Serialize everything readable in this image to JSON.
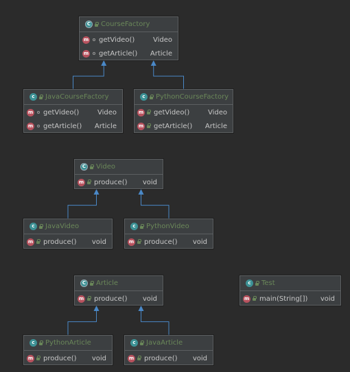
{
  "colors": {
    "background": "#2b2b2b",
    "box_fill": "#3c3f41",
    "box_border": "#5c5f61",
    "class_name": "#6a8759",
    "member_text": "#c8c8c8",
    "arrow": "#4a88c7",
    "class_icon": "#3d9296",
    "method_icon": "#b8525e",
    "main_icon": "#3d9296"
  },
  "classes": [
    {
      "id": "CourseFactory",
      "name": "CourseFactory",
      "kind": "abstract-class",
      "kind_icon": "C",
      "members": [
        {
          "icon": "m",
          "vis": "pkg-dot",
          "name": "getVideo()",
          "type": "Video"
        },
        {
          "icon": "m",
          "vis": "pkg-dot",
          "name": "getArticle()",
          "type": "Article"
        }
      ]
    },
    {
      "id": "JavaCourseFactory",
      "name": "JavaCourseFactory",
      "kind": "class",
      "kind_icon": "c",
      "members": [
        {
          "icon": "m",
          "vis": "pkg-dot",
          "name": "getVideo()",
          "type": "Video"
        },
        {
          "icon": "m",
          "vis": "pkg-dot",
          "name": "getArticle()",
          "type": "Article"
        }
      ]
    },
    {
      "id": "PythonCourseFactory",
      "name": "PythonCourseFactory",
      "kind": "class",
      "kind_icon": "c",
      "members": [
        {
          "icon": "m",
          "vis": "pub-unlock",
          "name": "getVideo()",
          "type": "Video"
        },
        {
          "icon": "m",
          "vis": "pub-unlock",
          "name": "getArticle()",
          "type": "Article"
        }
      ]
    },
    {
      "id": "Video",
      "name": "Video",
      "kind": "abstract-class",
      "kind_icon": "C",
      "members": [
        {
          "icon": "m",
          "vis": "pub-unlock",
          "name": "produce()",
          "type": "void"
        }
      ]
    },
    {
      "id": "JavaVideo",
      "name": "JavaVideo",
      "kind": "class",
      "kind_icon": "c",
      "members": [
        {
          "icon": "m",
          "vis": "pub-unlock",
          "name": "produce()",
          "type": "void"
        }
      ]
    },
    {
      "id": "PythonVideo",
      "name": "PythonVideo",
      "kind": "class",
      "kind_icon": "c",
      "members": [
        {
          "icon": "m",
          "vis": "pub-unlock",
          "name": "produce()",
          "type": "void"
        }
      ]
    },
    {
      "id": "Article",
      "name": "Article",
      "kind": "abstract-class",
      "kind_icon": "C",
      "members": [
        {
          "icon": "m",
          "vis": "pub-unlock",
          "name": "produce()",
          "type": "void"
        }
      ]
    },
    {
      "id": "PythonArticle",
      "name": "PythonArticle",
      "kind": "class",
      "kind_icon": "c",
      "members": [
        {
          "icon": "m",
          "vis": "pub-unlock",
          "name": "produce()",
          "type": "void"
        }
      ]
    },
    {
      "id": "JavaArticle",
      "name": "JavaArticle",
      "kind": "class",
      "kind_icon": "c",
      "members": [
        {
          "icon": "m",
          "vis": "pub-unlock",
          "name": "produce()",
          "type": "void"
        }
      ]
    },
    {
      "id": "Test",
      "name": "Test",
      "kind": "class-with-main",
      "kind_icon": "c",
      "members": [
        {
          "icon": "m",
          "vis": "pub-unlock",
          "name": "main(String[])",
          "type": "void"
        }
      ]
    }
  ],
  "inheritance": [
    {
      "from": "JavaCourseFactory",
      "to": "CourseFactory"
    },
    {
      "from": "PythonCourseFactory",
      "to": "CourseFactory"
    },
    {
      "from": "JavaVideo",
      "to": "Video"
    },
    {
      "from": "PythonVideo",
      "to": "Video"
    },
    {
      "from": "PythonArticle",
      "to": "Article"
    },
    {
      "from": "JavaArticle",
      "to": "Article"
    }
  ]
}
